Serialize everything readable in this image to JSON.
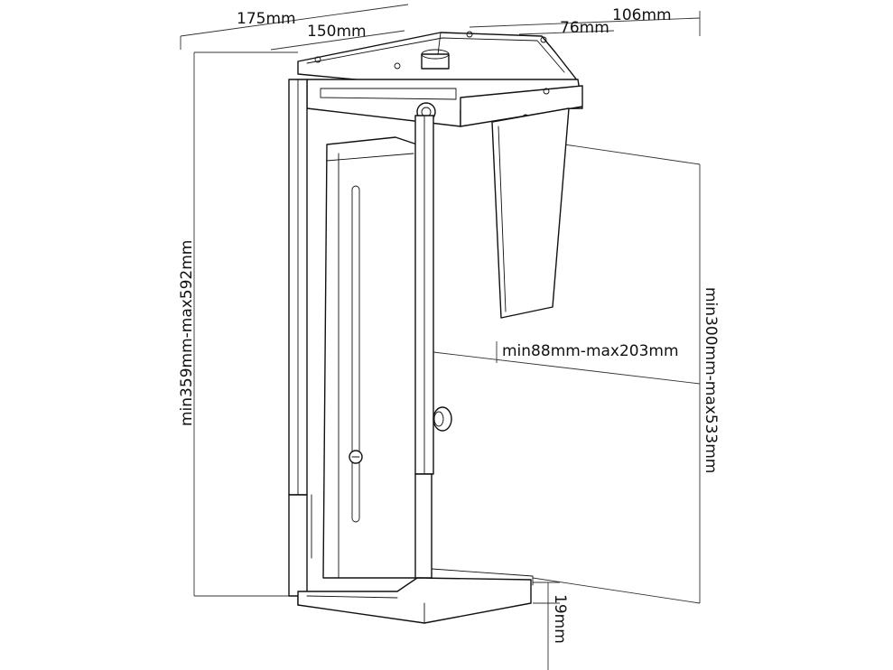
{
  "diagram": {
    "dimensions": {
      "overall_width": "175mm",
      "base_width": "150mm",
      "top_depth": "106mm",
      "top_clamp_depth": "76mm",
      "overall_height": "min359mm-max592mm",
      "clamp_width": "min88mm-max203mm",
      "inner_height": "min300mm-max533mm",
      "foot_height": "19mm"
    },
    "colors": {
      "line": "#111111",
      "background": "#ffffff"
    }
  }
}
